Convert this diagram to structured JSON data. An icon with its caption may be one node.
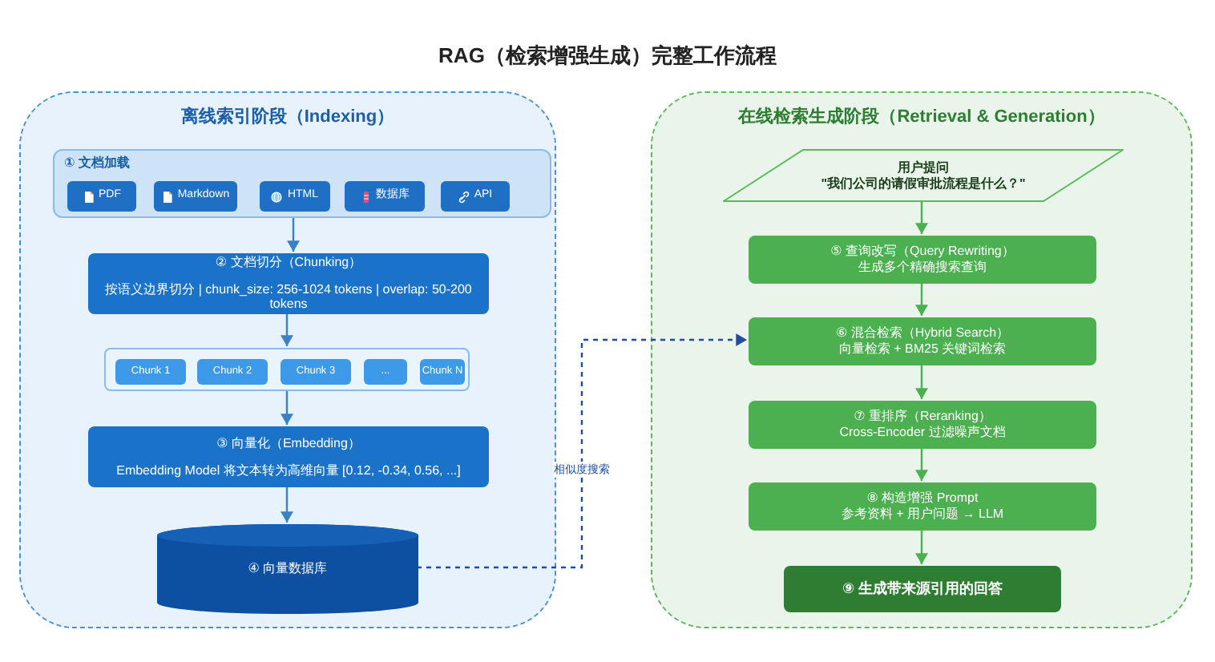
{
  "diagram": {
    "title": "RAG（检索增强生成）完整工作流程",
    "nodes": [
      {
        "text": [
          "离线索引阶段（Indexing）"
        ]
      },
      {
        "text": [
          "① 文档加载"
        ],
        "in": 0
      },
      {
        "text": [
          "PDF"
        ],
        "in": 1
      },
      {
        "text": [
          "Markdown"
        ],
        "in": 1
      },
      {
        "text": [
          "HTML"
        ],
        "in": 1
      },
      {
        "text": [
          "数据库"
        ],
        "in": 1
      },
      {
        "text": [
          "API"
        ],
        "in": 1
      },
      {
        "text": [
          "② 文档切分（Chunking）",
          "按语义边界切分 | chunk_size: 256-1024 tokens | overlap: 50-200 tokens"
        ],
        "in": 0
      },
      {
        "text": [],
        "shape": "box",
        "in": 0
      },
      {
        "text": [
          "Chunk 1"
        ],
        "in": 8
      },
      {
        "text": [
          "Chunk 2"
        ],
        "in": 8
      },
      {
        "text": [
          "Chunk 3"
        ],
        "in": 8
      },
      {
        "text": [
          "..."
        ],
        "in": 8
      },
      {
        "text": [
          "Chunk N"
        ],
        "in": 8
      },
      {
        "text": [
          "③ 向量化（Embedding）",
          "Embedding Model 将文本转为高维向量 [0.12, -0.34, 0.56, ...]"
        ],
        "in": 0
      },
      {
        "text": [
          "④ 向量数据库"
        ],
        "in": 0
      },
      {
        "text": [
          "在线检索生成阶段（Retrieval & Generation）"
        ]
      },
      {
        "text": [
          "用户提问",
          "\"我们公司的请假审批流程是什么？\""
        ],
        "in": 16
      },
      {
        "text": [
          "⑤ 查询改写（Query Rewriting）",
          "生成多个精确搜索查询"
        ],
        "in": 16
      },
      {
        "text": [
          "⑥ 混合检索（Hybrid Search）",
          "向量检索 + BM25 关键词检索"
        ],
        "in": 16
      },
      {
        "text": [
          "⑦ 重排序（Reranking）",
          "Cross-Encoder 过滤噪声文档"
        ],
        "in": 16
      },
      {
        "text": [
          "⑧ 构造增强 Prompt",
          "参考资料 + 用户问题 → LLM"
        ],
        "in": 16
      },
      {
        "text": [
          "⑨ 生成带来源引用的回答"
        ],
        "in": 16
      }
    ],
    "edges": [
      {
        "from": 1,
        "to": 7,
        "arrow": "to",
        "color": "#3b82c4"
      },
      {
        "from": 7,
        "to": 8,
        "arrow": "to",
        "color": "#3b82c4"
      },
      {
        "from": 8,
        "to": 14,
        "arrow": "to",
        "color": "#3b82c4"
      },
      {
        "from": 14,
        "to": 15,
        "arrow": "to",
        "color": "#3b82c4"
      },
      {
        "from": 15,
        "to": 19,
        "arrow": "to",
        "label": "相似度搜索",
        "style": "dashed",
        "color": "#1f4e9c"
      },
      {
        "from": 17,
        "to": 18,
        "arrow": "to",
        "color": "#4caf50"
      },
      {
        "from": 18,
        "to": 19,
        "arrow": "to",
        "color": "#4caf50"
      },
      {
        "from": 19,
        "to": 20,
        "arrow": "to",
        "color": "#4caf50"
      },
      {
        "from": 20,
        "to": 21,
        "arrow": "to",
        "color": "#4caf50"
      },
      {
        "from": 21,
        "to": 22,
        "arrow": "to",
        "color": "#4caf50"
      }
    ]
  }
}
